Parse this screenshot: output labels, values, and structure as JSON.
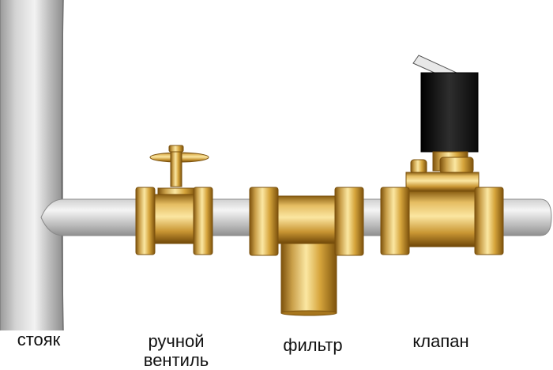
{
  "labels": {
    "riser": "стояк",
    "valve_line1": "ручной",
    "valve_line2": "вентиль",
    "filter": "фильтр",
    "solenoid": "клапан"
  },
  "colors": {
    "pipe_gray": "#c9c9c9",
    "brass_light": "#f4d98a",
    "brass_mid": "#d7a93c",
    "brass_dark": "#8a5e12",
    "coil_black": "#1c1c1c"
  }
}
